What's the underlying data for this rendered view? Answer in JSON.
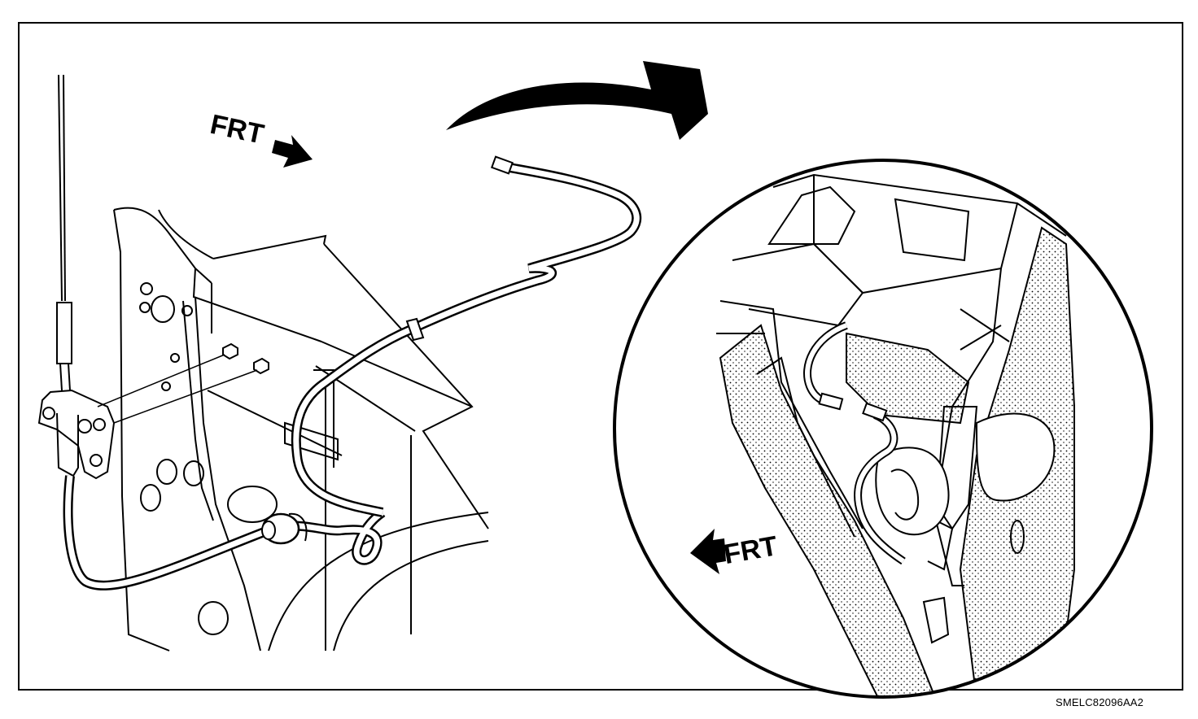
{
  "labels": {
    "frt_main": "FRT",
    "frt_detail": "FRT",
    "figure_code": "SMELC82096AA2"
  },
  "colors": {
    "line": "#000000",
    "background": "#ffffff",
    "stipple": "#000000"
  },
  "icons": {
    "direction_arrow": "arrow-icon",
    "transfer_arrow": "curved-arrow-icon"
  }
}
